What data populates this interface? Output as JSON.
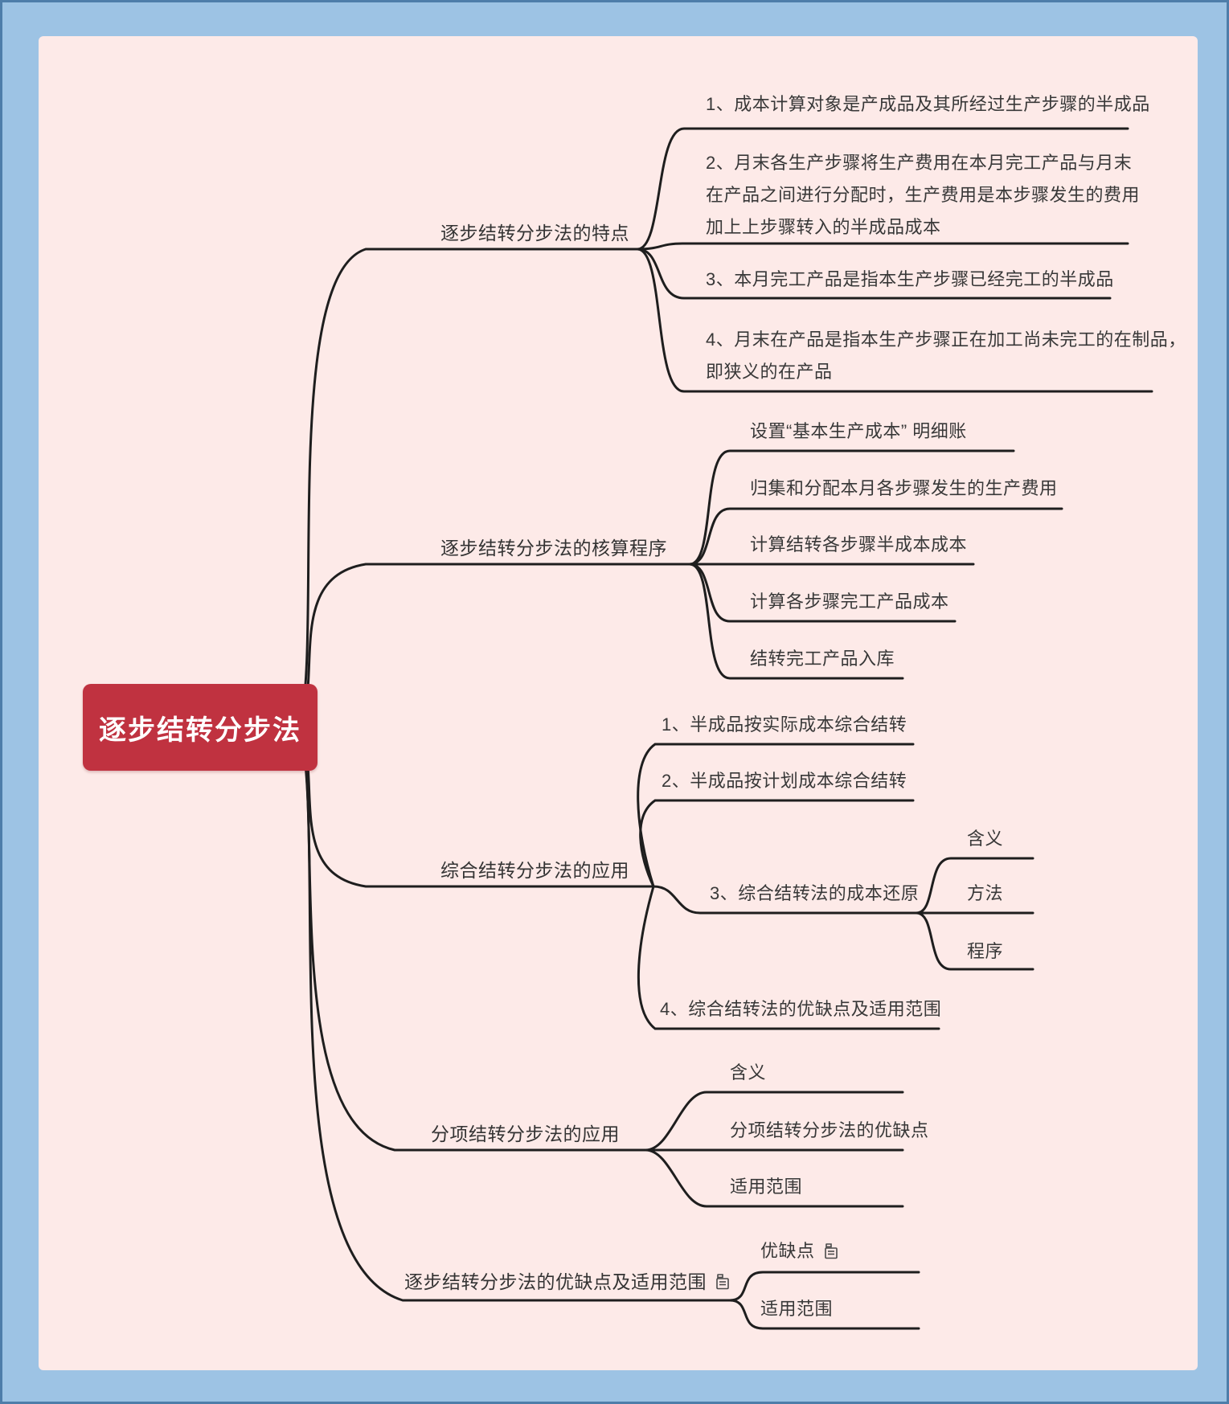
{
  "root": {
    "label": "逐步结转分步法"
  },
  "branches": [
    {
      "label": "逐步结转分步法的特点",
      "children": [
        {
          "label": "1、成本计算对象是产成品及其所经过生产步骤的半成品"
        },
        {
          "label": "2、月末各生产步骤将生产费用在本月完工产品与月末\n在产品之间进行分配时，生产费用是本步骤发生的费用\n加上上步骤转入的半成品成本"
        },
        {
          "label": "3、本月完工产品是指本生产步骤已经完工的半成品"
        },
        {
          "label": "4、月末在产品是指本生产步骤正在加工尚未完工的在制品，\n即狭义的在产品"
        }
      ]
    },
    {
      "label": "逐步结转分步法的核算程序",
      "children": [
        {
          "label": "设置“基本生产成本” 明细账"
        },
        {
          "label": "归集和分配本月各步骤发生的生产费用"
        },
        {
          "label": "计算结转各步骤半成本成本"
        },
        {
          "label": "计算各步骤完工产品成本"
        },
        {
          "label": "结转完工产品入库"
        }
      ]
    },
    {
      "label": "综合结转分步法的应用",
      "children": [
        {
          "label": "1、半成品按实际成本综合结转"
        },
        {
          "label": "2、半成品按计划成本综合结转"
        },
        {
          "label": "3、综合结转法的成本还原",
          "children": [
            {
              "label": "含义"
            },
            {
              "label": "方法"
            },
            {
              "label": "程序"
            }
          ]
        },
        {
          "label": "4、综合结转法的优缺点及适用范围"
        }
      ]
    },
    {
      "label": "分项结转分步法的应用",
      "children": [
        {
          "label": "含义"
        },
        {
          "label": "分项结转分步法的优缺点"
        },
        {
          "label": "适用范围"
        }
      ]
    },
    {
      "label": "逐步结转分步法的优缺点及适用范围",
      "children": [
        {
          "label": "优缺点"
        },
        {
          "label": "适用范围"
        }
      ]
    }
  ],
  "icons": {
    "note": "note-icon"
  },
  "colors": {
    "frame": "#9dc3e4",
    "frame_border": "#4e7da9",
    "background": "#fdeae8",
    "root_bg": "#c03240",
    "root_text": "#ffffff",
    "line": "#1e1e1e",
    "text": "#383838"
  }
}
